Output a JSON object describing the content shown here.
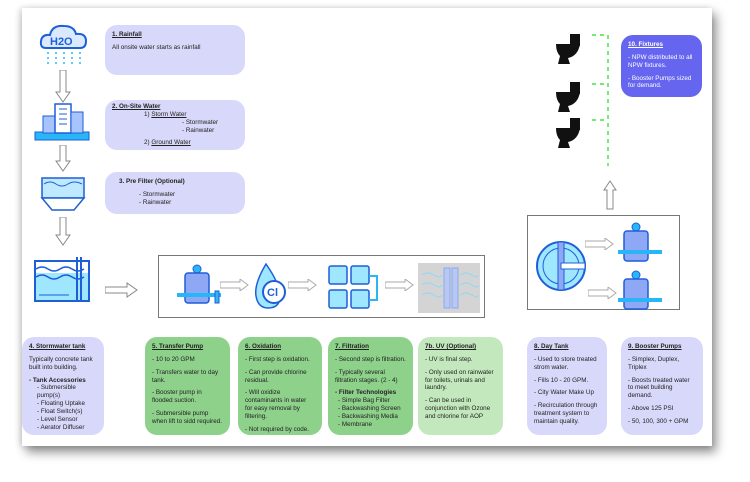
{
  "steps": {
    "s1": {
      "title": "1. Rainfall",
      "text": "All onsite water starts as rainfall"
    },
    "s2": {
      "title": "2. On-Site Water",
      "a": "1) ",
      "a_u": "Storm Water",
      "a1": "- Stormwater",
      "a2": "- Rainwater",
      "b": "2) ",
      "b_u": "Ground Water"
    },
    "s3": {
      "title": "3. Pre Filter (Optional)",
      "l1": "- Stormwater",
      "l2": "- Rainwater"
    },
    "s4": {
      "title": "4. Stormwater tank",
      "p1": "Typically concrete tank built into building.",
      "h": "- Tank Accessories",
      "items": [
        "- Submersible pump(s)",
        "- Floating Uptake",
        "- Float Switch(s)",
        "- Level Sensor",
        "- Aerator Diffuser"
      ]
    },
    "s5": {
      "title": "5. Transfer Pump",
      "p": [
        "- 10 to 20 GPM",
        "- Transfers water to day tank.",
        "- Booster pump in flooded suction.",
        "- Submersible pump when lift to sidd required."
      ]
    },
    "s6": {
      "title": "6. Oxidation",
      "p": [
        "- First step is oxidation.",
        "- Can provide chlorine residual.",
        "- Will oxidize contaminants in water for easy removal by filtering.",
        "- Not required by code."
      ]
    },
    "s7": {
      "title": "7. Filtration",
      "p": [
        "- Second step is filtration.",
        "- Typically several filtration stages. (2 - 4)"
      ],
      "h": "- Filter Technologies",
      "items": [
        "- Simple Bag Filter",
        "- Backwashing Screen",
        "- Backwashing Media",
        "- Membrane"
      ]
    },
    "s7b": {
      "title": "7b. UV (Optional)",
      "p": [
        "- UV is final step.",
        "- Only used on rainwater for toilets, urinals and laundry.",
        "- Can be used in conjunction with Ozone and chlorine for AOP"
      ]
    },
    "s8": {
      "title": "8. Day Tank",
      "p": [
        "- Used to store treated strom water.",
        "- Fills 10 - 20 GPM.",
        "- City Water Make Up",
        "- Recirculation through treatment system to maintain quality."
      ]
    },
    "s9": {
      "title": "9. Booster Pumps",
      "p": [
        "- Simplex, Duplex, Triplex",
        "- Boosts treated water to meet building demand.",
        "- Above 125 PSI",
        "- 50, 100, 300 + GPM"
      ]
    },
    "s10": {
      "title": "10. Fixtures",
      "p": [
        "- NPW distributed to all NPW fixtures.",
        "- Booster Pumps sized for demand."
      ]
    }
  },
  "icons": {
    "h2o": "H2O",
    "cl": "Cl"
  },
  "colors": {
    "lavender": "#d8d8fa",
    "green": "#8dd18a",
    "light_green": "#c3e8bd",
    "fixtures": "#6565ef",
    "icon_blue": "#1e5fd8",
    "icon_cyan": "#29b6f6"
  }
}
